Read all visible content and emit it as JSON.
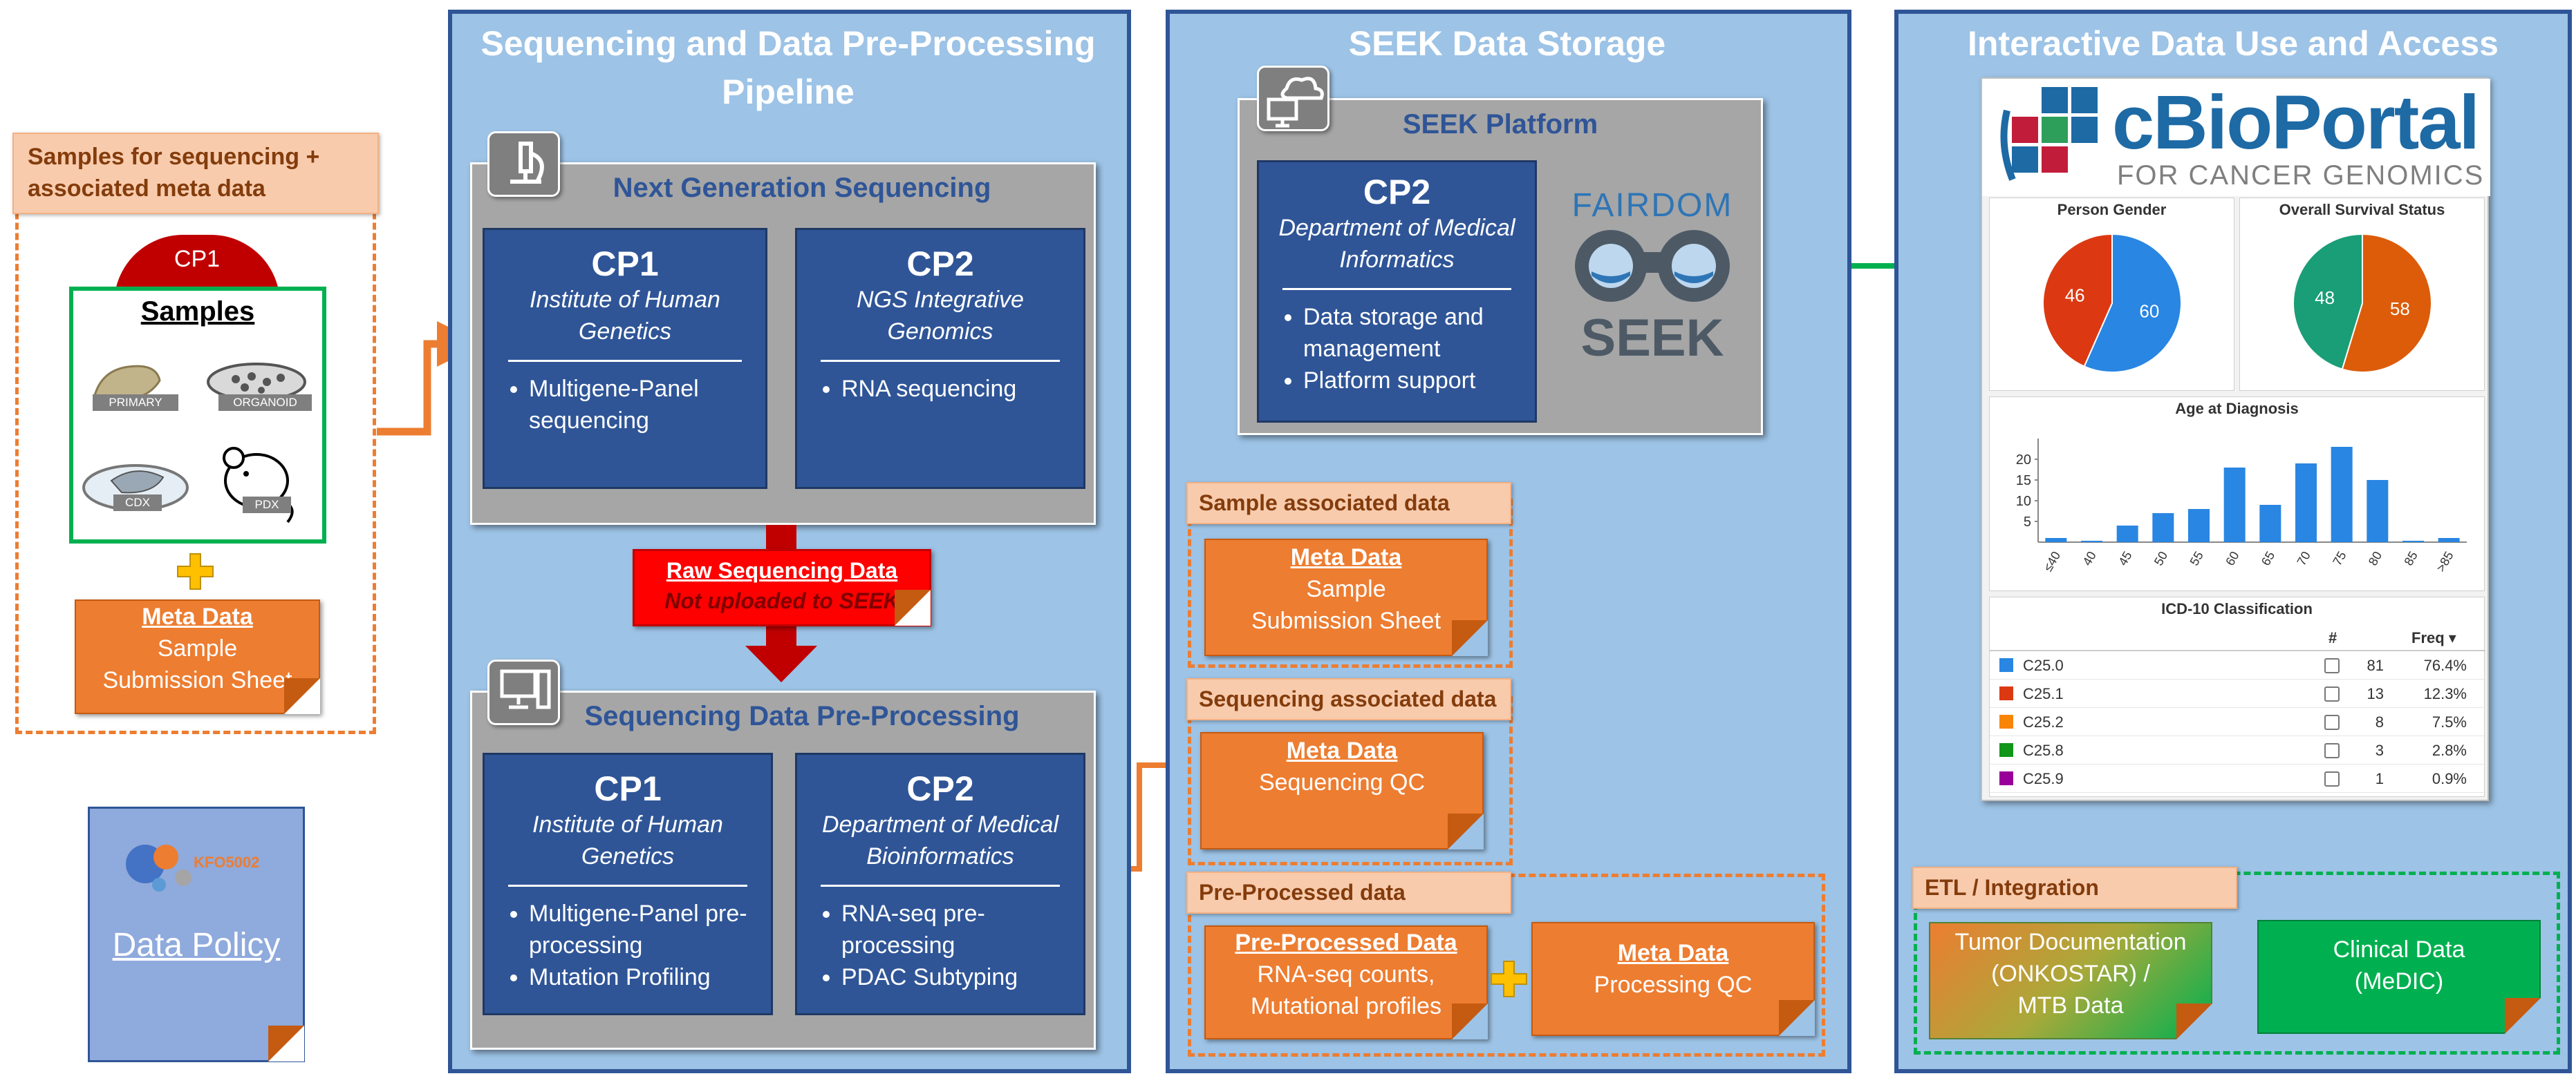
{
  "samples": {
    "label": "Samples for sequencing + associated meta data",
    "cp_tag": "CP1",
    "title": "Samples",
    "types": [
      "PRIMARY",
      "ORGANOID",
      "CDX",
      "PDX"
    ],
    "meta_title": "Meta Data",
    "meta_lines": [
      "Sample",
      "Submission Sheet"
    ]
  },
  "policy": {
    "logo_text": "KFO5002",
    "label": "Data Policy"
  },
  "pipeline": {
    "title": "Sequencing and Data Pre-Processing Pipeline",
    "ngs": {
      "title": "Next Generation Sequencing",
      "cards": [
        {
          "cp": "CP1",
          "inst": "Institute of Human Genetics",
          "items": [
            "Multigene-Panel sequencing"
          ]
        },
        {
          "cp": "CP2",
          "inst": "NGS Integrative Genomics",
          "items": [
            "RNA sequencing"
          ]
        }
      ]
    },
    "raw": {
      "title": "Raw Sequencing Data",
      "note": "Not uploaded to SEEK"
    },
    "pre": {
      "title": "Sequencing Data Pre-Processing",
      "cards": [
        {
          "cp": "CP1",
          "inst": "Institute of Human Genetics",
          "items": [
            "Multigene-Panel pre-processing",
            "Mutation Profiling"
          ]
        },
        {
          "cp": "CP2",
          "inst": "Department of Medical Bioinformatics",
          "items": [
            "RNA-seq pre-processing",
            "PDAC Subtyping"
          ]
        }
      ]
    }
  },
  "seek": {
    "title": "SEEK Data Storage",
    "platform_title": "SEEK Platform",
    "card": {
      "cp": "CP2",
      "inst": "Department of Medical Informatics",
      "items": [
        "Data storage and management",
        "Platform support"
      ]
    },
    "logo_top": "FAIRDOM",
    "logo_bottom": "SEEK",
    "sample_assoc": {
      "label": "Sample associated data",
      "title": "Meta Data",
      "lines": [
        "Sample",
        "Submission Sheet"
      ]
    },
    "seq_assoc": {
      "label": "Sequencing associated data",
      "title": "Meta Data",
      "lines": [
        "Sequencing QC"
      ]
    },
    "preproc": {
      "label": "Pre-Processed data",
      "a_title": "Pre-Processed Data",
      "a_lines": [
        "RNA-seq counts,",
        "Mutational profiles"
      ],
      "b_title": "Meta Data",
      "b_lines": [
        "Processing QC"
      ]
    }
  },
  "access": {
    "title": "Interactive Data Use and Access",
    "cbio_main": "cBioPortal",
    "cbio_sub": "FOR CANCER GENOMICS",
    "gender": {
      "title": "Person Gender"
    },
    "survival": {
      "title": "Overall Survival Status"
    },
    "age": {
      "title": "Age at Diagnosis"
    },
    "icd": {
      "title": "ICD-10 Classification",
      "col_num": "#",
      "col_freq": "Freq ▾",
      "rows": [
        {
          "code": "C25.0",
          "n": "81",
          "freq": "76.4%",
          "color": "#2986e2"
        },
        {
          "code": "C25.1",
          "n": "13",
          "freq": "12.3%",
          "color": "#dc3912"
        },
        {
          "code": "C25.2",
          "n": "8",
          "freq": "7.5%",
          "color": "#f88508"
        },
        {
          "code": "C25.8",
          "n": "3",
          "freq": "2.8%",
          "color": "#109618"
        },
        {
          "code": "C25.9",
          "n": "1",
          "freq": "0.9%",
          "color": "#990099"
        }
      ]
    },
    "etl": {
      "label": "ETL / Integration",
      "tumor_lines": [
        "Tumor Documentation",
        "(ONKOSTAR) /",
        "MTB Data"
      ],
      "clinical_lines": [
        "Clinical Data",
        "(MeDIC)"
      ]
    }
  },
  "chart_data": [
    {
      "type": "pie",
      "title": "Person Gender",
      "values": [
        60,
        46
      ],
      "colors": [
        "#2986e2",
        "#dc3912"
      ]
    },
    {
      "type": "pie",
      "title": "Overall Survival Status",
      "values": [
        58,
        48
      ],
      "colors": [
        "#dc5c0a",
        "#1a9e77"
      ]
    },
    {
      "type": "bar",
      "title": "Age at Diagnosis",
      "categories": [
        "≤40",
        "40",
        "45",
        "50",
        "55",
        "60",
        "65",
        "70",
        "75",
        "80",
        "85",
        ">85"
      ],
      "values": [
        1,
        0,
        4,
        7,
        8,
        18,
        9,
        19,
        23,
        15,
        0,
        1
      ],
      "yticks": [
        5,
        10,
        15,
        20
      ],
      "ylim": [
        0,
        25
      ],
      "color": "#2986e2"
    }
  ]
}
